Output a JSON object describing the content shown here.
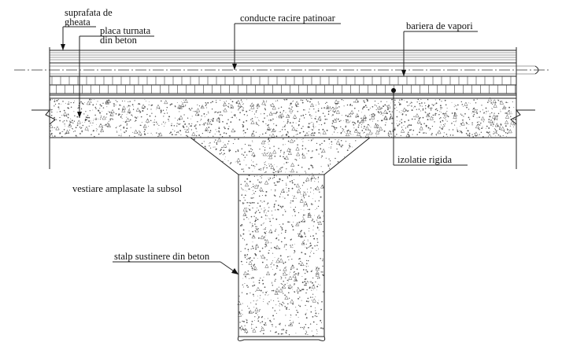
{
  "labels": {
    "ice_surface_1": "suprafata de",
    "ice_surface_2": "gheata",
    "concrete_slab_1": "placa turnata",
    "concrete_slab_2": "din beton",
    "cooling_pipes": "conducte racire patinoar",
    "vapor_barrier": "bariera de vapori",
    "rigid_insulation": "izolatie rigida",
    "basement_lockers": "vestiare amplasate la subsol",
    "concrete_column": "stalp sustinere din beton"
  }
}
